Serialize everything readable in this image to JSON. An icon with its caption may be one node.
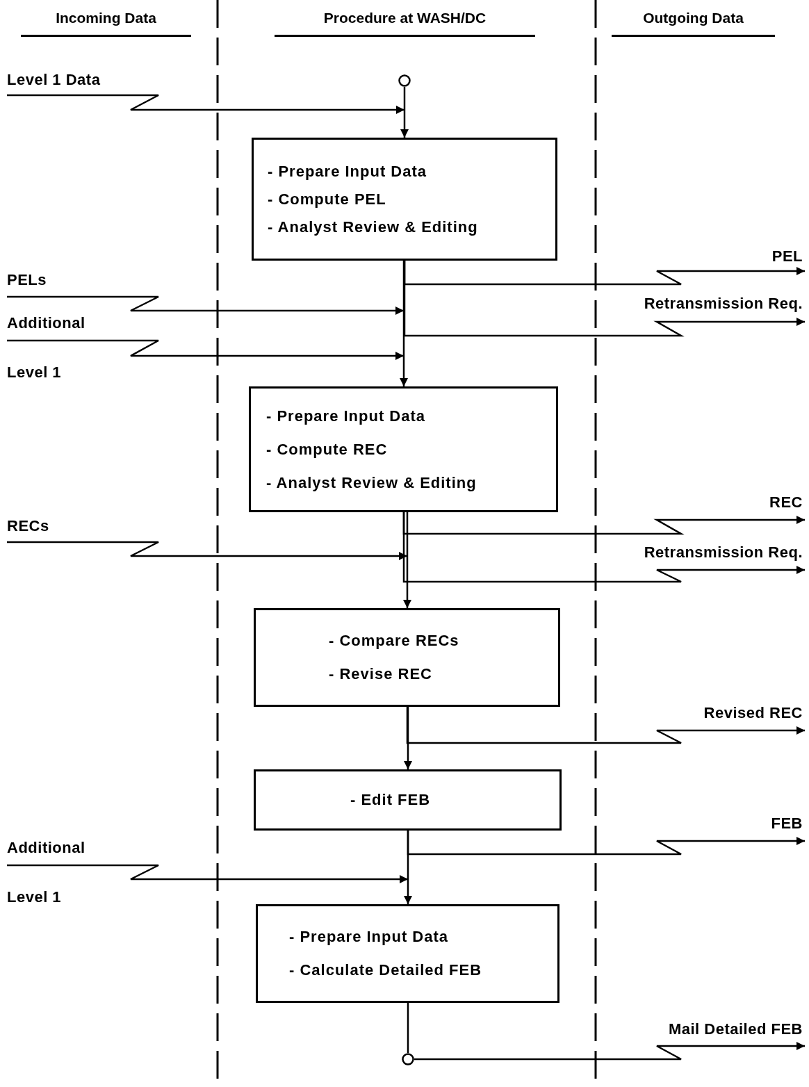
{
  "diagram": {
    "nodes": [
      {
        "text": [],
        "shape": "circle"
      },
      {
        "text": [
          "- Prepare Input Data",
          "- Compute PEL",
          "- Analyst Review & Editing"
        ]
      },
      {
        "text": [
          "- Prepare Input Data",
          "- Compute REC",
          "- Analyst Review & Editing"
        ]
      },
      {
        "text": [
          "- Compare RECs",
          "- Revise REC"
        ]
      },
      {
        "text": [
          "- Edit FEB"
        ]
      },
      {
        "text": [
          "- Prepare Input Data",
          "- Calculate Detailed FEB"
        ]
      },
      {
        "text": [],
        "shape": "circle"
      }
    ],
    "edges": [
      {
        "from": 0,
        "to": 1,
        "arrow": "to"
      },
      {
        "from": 1,
        "to": 2,
        "arrow": "to"
      },
      {
        "from": 2,
        "to": 3,
        "arrow": "to"
      },
      {
        "from": 3,
        "to": 4,
        "arrow": "to"
      },
      {
        "from": 4,
        "to": 5,
        "arrow": "to"
      },
      {
        "from": 5,
        "to": 6,
        "arrow": "none"
      },
      {
        "from": null,
        "to": 1,
        "arrow": "to",
        "label": "Level 1 Data"
      },
      {
        "from": null,
        "to": 2,
        "arrow": "to",
        "label": "PELs"
      },
      {
        "from": null,
        "to": 2,
        "arrow": "to",
        "label": "Additional Level 1"
      },
      {
        "from": null,
        "to": 3,
        "arrow": "to",
        "label": "RECs"
      },
      {
        "from": null,
        "to": 5,
        "arrow": "to",
        "label": "Additional Level 1"
      },
      {
        "from": 1,
        "to": null,
        "arrow": "to",
        "label": "PEL"
      },
      {
        "from": 1,
        "to": null,
        "arrow": "to",
        "label": "Retransmission Req."
      },
      {
        "from": 2,
        "to": null,
        "arrow": "to",
        "label": "REC"
      },
      {
        "from": 2,
        "to": null,
        "arrow": "to",
        "label": "Retransmission Req."
      },
      {
        "from": 3,
        "to": null,
        "arrow": "to",
        "label": "Revised REC"
      },
      {
        "from": 4,
        "to": null,
        "arrow": "to",
        "label": "FEB"
      },
      {
        "from": 6,
        "to": null,
        "arrow": "to",
        "label": "Mail Detailed FEB"
      }
    ],
    "labels": [
      "Incoming Data",
      "Procedure at WASH/DC",
      "Outgoing Data"
    ]
  }
}
